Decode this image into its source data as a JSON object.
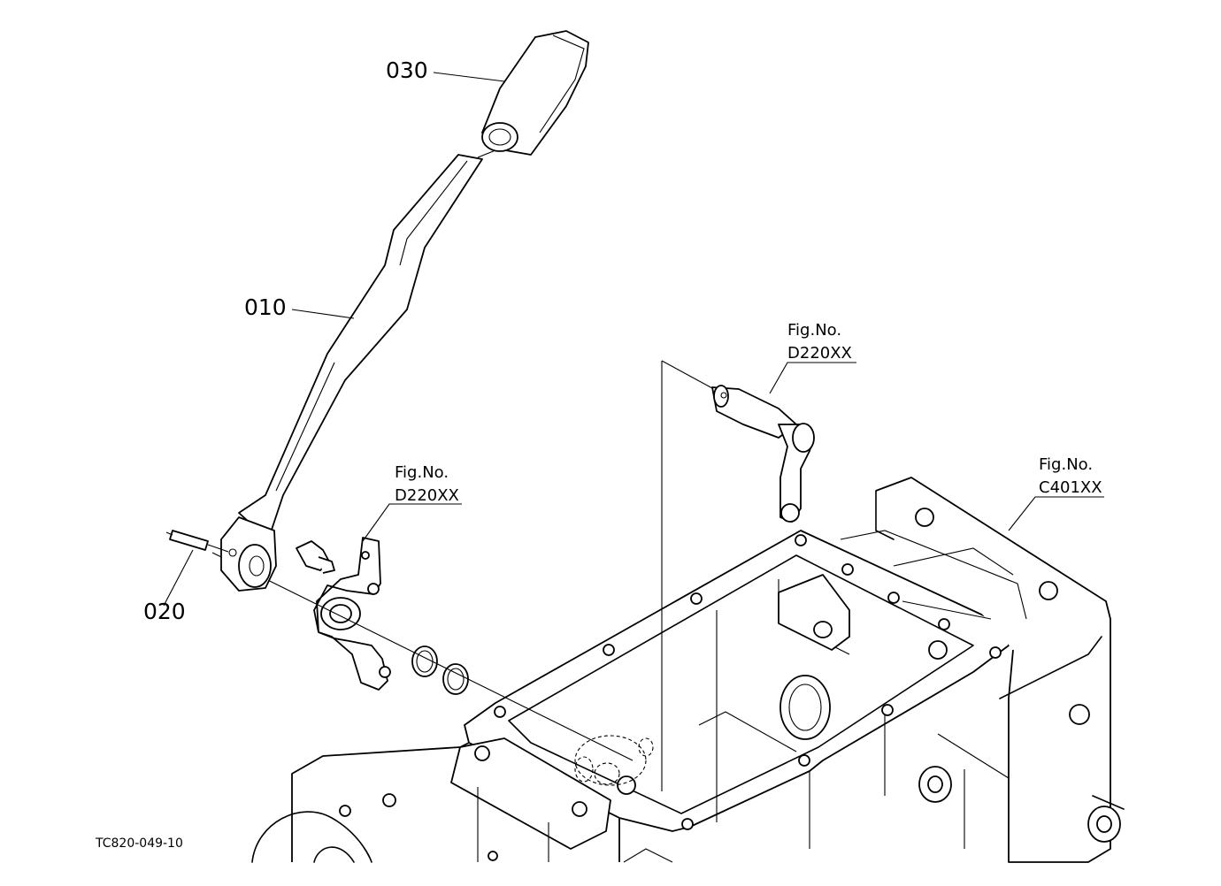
{
  "diagram": {
    "document_code": "TC820-049-10",
    "part_labels": {
      "lever_grip": "030",
      "shift_lever": "010",
      "spring_pin": "020"
    },
    "fig_refs": {
      "upper_right": {
        "title": "Fig.No.",
        "code": "D220XX"
      },
      "middle": {
        "title": "Fig.No.",
        "code": "D220XX"
      },
      "housing": {
        "title": "Fig.No.",
        "code": "C401XX"
      }
    }
  }
}
